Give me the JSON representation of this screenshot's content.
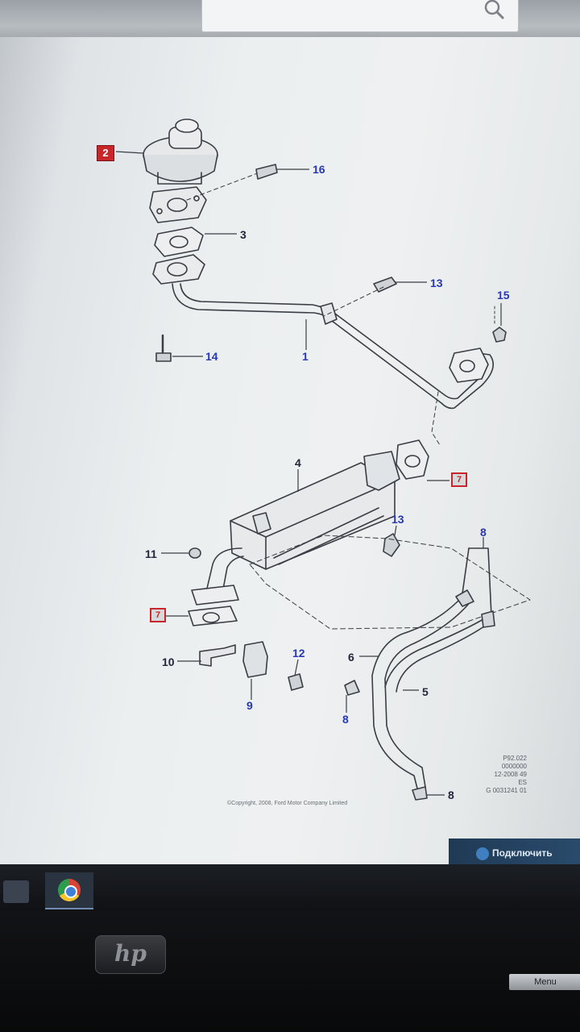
{
  "browser": {
    "search_icon": "search-icon"
  },
  "diagram": {
    "part_numbers": [
      "1",
      "3",
      "4",
      "5",
      "6",
      "8",
      "8",
      "8",
      "9",
      "10",
      "11",
      "12",
      "13",
      "13",
      "14",
      "15",
      "16"
    ],
    "callouts": {
      "p1": "1",
      "p3": "3",
      "p4": "4",
      "p5": "5",
      "p6": "6",
      "p8a": "8",
      "p8b": "8",
      "p8c": "8",
      "p9": "9",
      "p10": "10",
      "p11": "11",
      "p12": "12",
      "p13a": "13",
      "p13b": "13",
      "p14": "14",
      "p15": "15",
      "p16": "16"
    },
    "ref_boxes": {
      "r2": "2",
      "r7a": "7",
      "r7b": "7"
    },
    "drawing_ref": {
      "line1": "P92.022",
      "line2": "0000000",
      "line3": "12-2008 49",
      "line4": "ES",
      "line5": "G 0031241 01"
    },
    "copyright": "©Copyright, 2008, Ford Motor Company Limited"
  },
  "notification": {
    "connect_label": "Подключить"
  },
  "monitor": {
    "brand": "hp",
    "menu_key": "Menu"
  },
  "colors": {
    "callout_blue": "#2638b5",
    "ref_red": "#c8262a",
    "line_ink": "#3a3d44"
  }
}
